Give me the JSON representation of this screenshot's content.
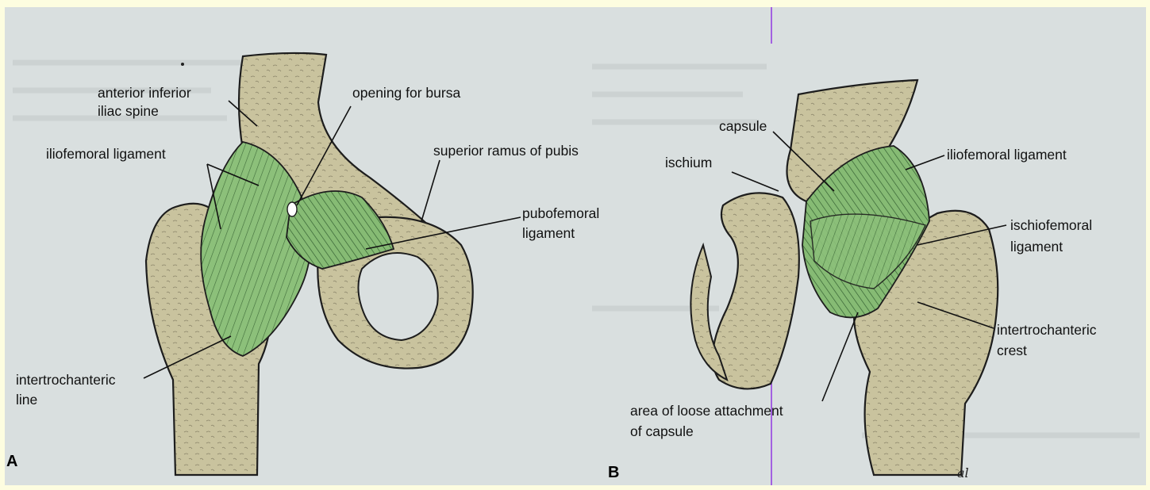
{
  "colors": {
    "slide_background": "#fdfde0",
    "page_background": "#d9dfdf",
    "bone": "#c9c39e",
    "ligament": "#8cc07a",
    "ligament_dark": "#3f6b3a",
    "outline": "#1d1d1d",
    "divider": "#8a2be2"
  },
  "panel_a": {
    "letter": "A",
    "labels": {
      "anterior_inferior_iliac_spine_1": "anterior inferior",
      "anterior_inferior_iliac_spine_2": "iliac spine",
      "opening_for_bursa": "opening for bursa",
      "iliofemoral_ligament": "iliofemoral ligament",
      "superior_ramus_of_pubis": "superior ramus of pubis",
      "pubofemoral_ligament_1": "pubofemoral",
      "pubofemoral_ligament_2": "ligament",
      "intertrochanteric_line_1": "intertrochanteric",
      "intertrochanteric_line_2": "line"
    }
  },
  "panel_b": {
    "letter": "B",
    "labels": {
      "capsule": "capsule",
      "ischium": "ischium",
      "iliofemoral_ligament": "iliofemoral ligament",
      "ischiofemoral_ligament_1": "ischiofemoral",
      "ischiofemoral_ligament_2": "ligament",
      "intertrochanteric_crest_1": "intertrochanteric",
      "intertrochanteric_crest_2": "crest",
      "area_loose_attachment_1": "area of loose attachment",
      "area_loose_attachment_2": "of capsule"
    },
    "signature": "al"
  }
}
